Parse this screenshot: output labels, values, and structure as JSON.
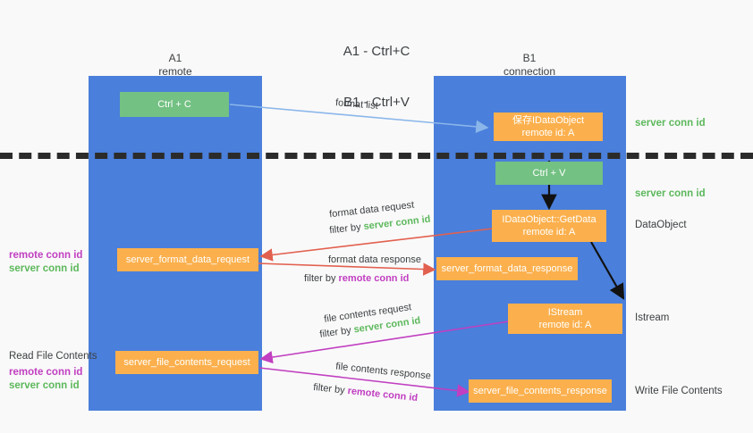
{
  "title": {
    "line1": "A1 - Ctrl+C",
    "line2": "B1 - Ctrl+V"
  },
  "columns": [
    {
      "name": "A1",
      "role": "remote"
    },
    {
      "name": "B1",
      "role": "connection"
    }
  ],
  "boxes": {
    "ctrl_c": {
      "line1": "Ctrl + C"
    },
    "ctrl_v": {
      "line1": "Ctrl + V"
    },
    "save_idataobject": {
      "line1": "保存IDataObject",
      "line2": "remote id: A"
    },
    "getdata": {
      "line1": "IDataObject::GetData",
      "line2": "remote id: A"
    },
    "istream": {
      "line1": "IStream",
      "line2": "remote id: A"
    },
    "server_format_data_request": {
      "line1": "server_format_data_request"
    },
    "server_format_data_response": {
      "line1": "server_format_data_response"
    },
    "server_file_contents_request": {
      "line1": "server_file_contents_request"
    },
    "server_file_contents_response": {
      "line1": "server_file_contents_response"
    }
  },
  "right_labels": {
    "server_conn_id_top": "server conn id",
    "server_conn_id_mid": "server conn id",
    "dataobject": "DataObject",
    "istream": "Istream",
    "write_file_contents": "Write File Contents"
  },
  "left_labels": {
    "remote_conn_id_1": "remote conn id",
    "server_conn_id_1": "server conn id",
    "read_file_contents": "Read File Contents",
    "remote_conn_id_2": "remote conn id",
    "server_conn_id_2": "server conn id"
  },
  "annotations": {
    "format_list": "format list",
    "format_data_request": "format data request",
    "format_data_request_filter_prefix": "filter by ",
    "format_data_request_filter_value": "server conn id",
    "format_data_response": "format data response",
    "format_data_response_filter_prefix": "filter by ",
    "format_data_response_filter_value": "remote conn id",
    "file_contents_request": "file contents request",
    "file_contents_request_filter_prefix": "filter by ",
    "file_contents_request_filter_value": "server conn id",
    "file_contents_response": "file contents response",
    "file_contents_response_filter_prefix": "filter by ",
    "file_contents_response_filter_value": "remote conn id"
  },
  "colors": {
    "lane": "#4a7fdb",
    "green_box": "#73c183",
    "orange_box": "#fbb04d",
    "background": "#f9f9f9",
    "arrow_blue": "#8ab6ea",
    "arrow_red": "#e2604f",
    "arrow_magenta": "#c13fc1",
    "arrow_black": "#111111",
    "green_text": "#5cb85c",
    "magenta_text": "#c13fc1"
  }
}
